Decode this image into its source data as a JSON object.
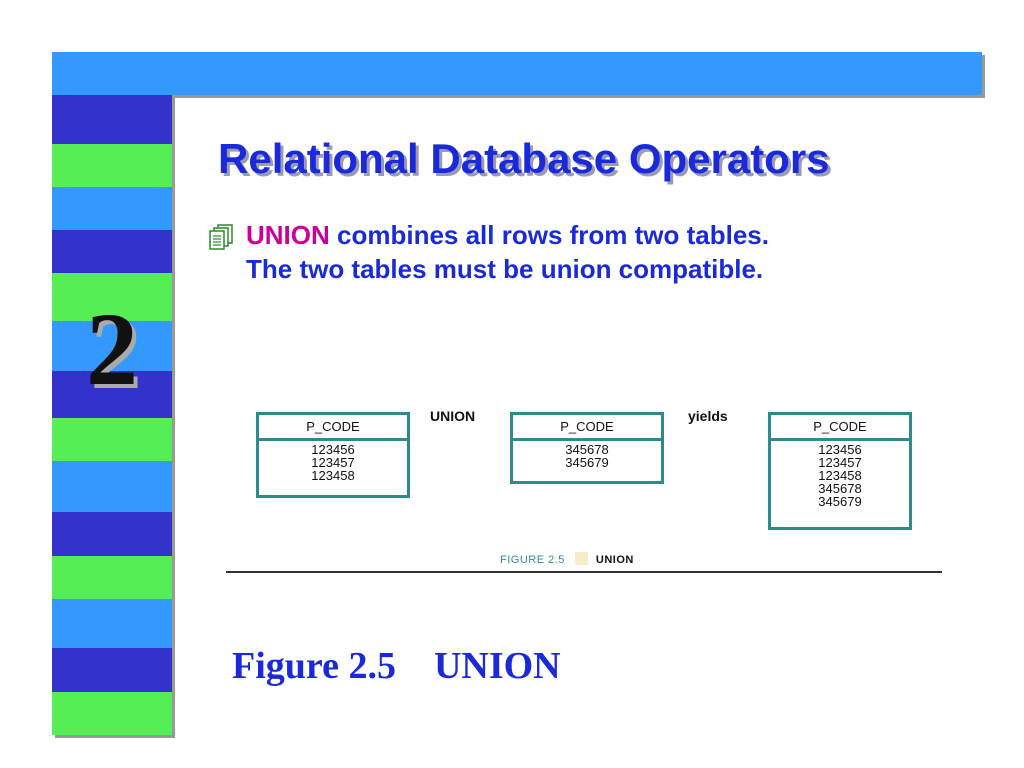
{
  "slide": {
    "section_number": "2",
    "title": "Relational Database Operators",
    "bullet": {
      "icon": "document-icon",
      "keyword": "UNION",
      "line1_rest": " combines all rows from two tables.",
      "line2": "The two tables must be union compatible."
    },
    "figure": {
      "tables": [
        {
          "header": "P_CODE",
          "rows": [
            "123456",
            "123457",
            "123458"
          ]
        },
        {
          "header": "P_CODE",
          "rows": [
            "345678",
            "345679"
          ]
        },
        {
          "header": "P_CODE",
          "rows": [
            "123456",
            "123457",
            "123458",
            "345678",
            "345679"
          ]
        }
      ],
      "operator_label": "UNION",
      "result_label": "yields",
      "caption_prefix": "FIGURE 2.5",
      "caption_title": "UNION"
    },
    "bottom_caption": {
      "figure_number": "Figure 2.5",
      "figure_name": "UNION"
    }
  },
  "colors": {
    "title_blue": "#1a2ad8",
    "keyword_magenta": "#cc0099",
    "stripe_dark_blue": "#3333cc",
    "stripe_green": "#55ee55",
    "stripe_light_blue": "#3399ff",
    "table_border": "#2e8b8b"
  }
}
